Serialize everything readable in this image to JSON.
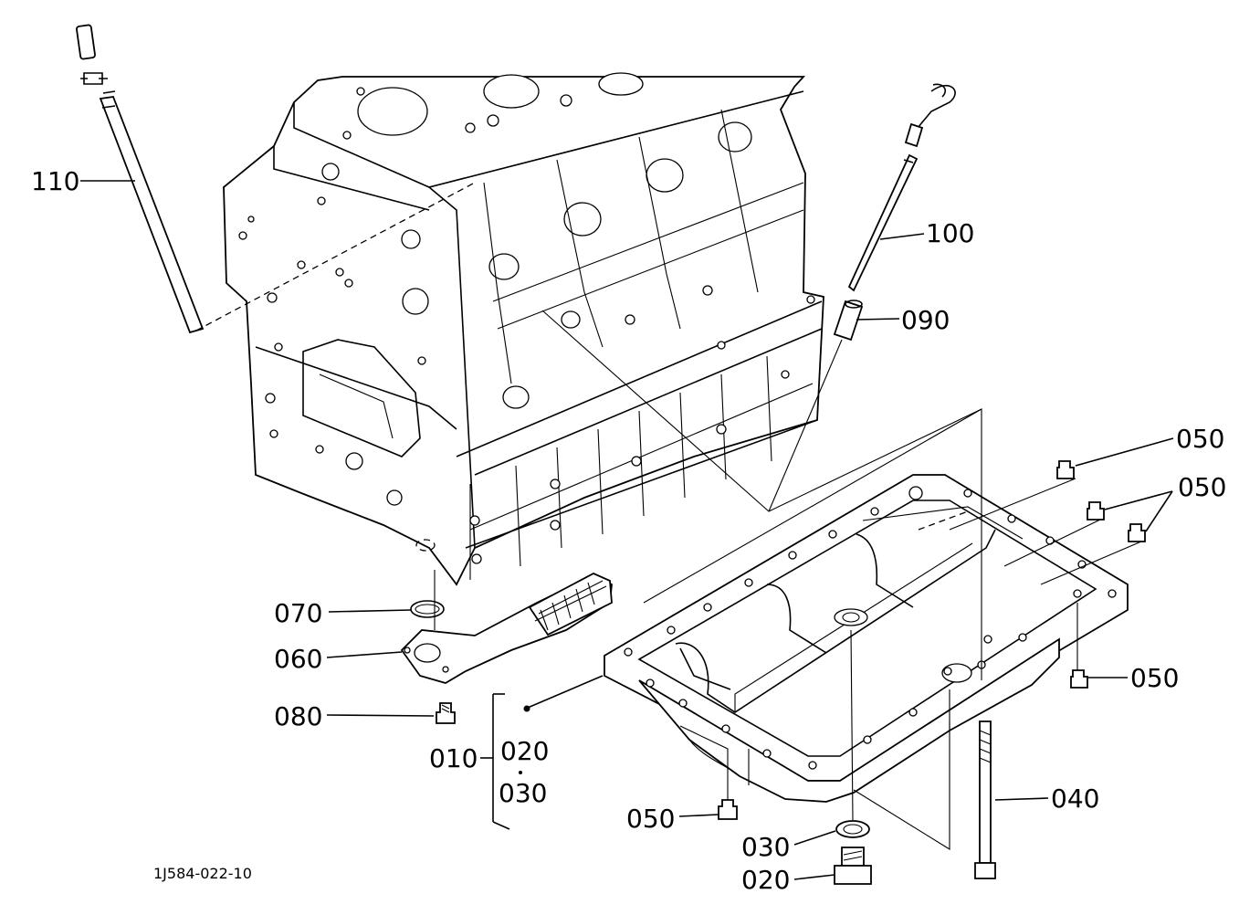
{
  "drawing_code": "1J584-022-10",
  "callouts": {
    "c110": "110",
    "c100": "100",
    "c090": "090",
    "c050_a": "050",
    "c050_b": "050",
    "c050_c": "050",
    "c050_d": "050",
    "c070": "070",
    "c060": "060",
    "c080": "080",
    "c010": "010",
    "c020_kit": "020",
    "c030_kit": "030",
    "c040": "040",
    "c030": "030",
    "c020": "020"
  }
}
